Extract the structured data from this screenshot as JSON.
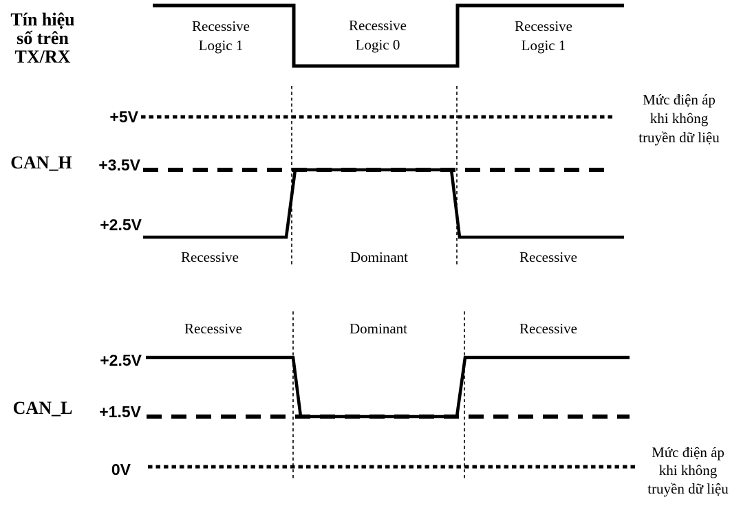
{
  "colors": {
    "ink": "#000000",
    "background": "#ffffff"
  },
  "digital": {
    "title_lines": [
      "Tín hiệu",
      "số trên",
      "TX/RX"
    ],
    "segments": [
      {
        "line1": "Recessive",
        "line2": "Logic 1"
      },
      {
        "line1": "Recessive",
        "line2": "Logic 0"
      },
      {
        "line1": "Recessive",
        "line2": "Logic 1"
      }
    ]
  },
  "can_h": {
    "name": "CAN_H",
    "levels": {
      "top": "+5V",
      "mid": "+3.5V",
      "base": "+2.5V"
    },
    "states": [
      "Recessive",
      "Dominant",
      "Recessive"
    ],
    "annotation_lines": [
      "Mức điện áp",
      "khi không",
      "truyền dữ liệu"
    ]
  },
  "can_l": {
    "name": "CAN_L",
    "levels": {
      "base": "+2.5V",
      "mid": "+1.5V",
      "bottom": "0V"
    },
    "states": [
      "Recessive",
      "Dominant",
      "Recessive"
    ],
    "annotation_lines": [
      "Mức điện áp",
      "khi không",
      "truyền dữ liệu"
    ]
  }
}
